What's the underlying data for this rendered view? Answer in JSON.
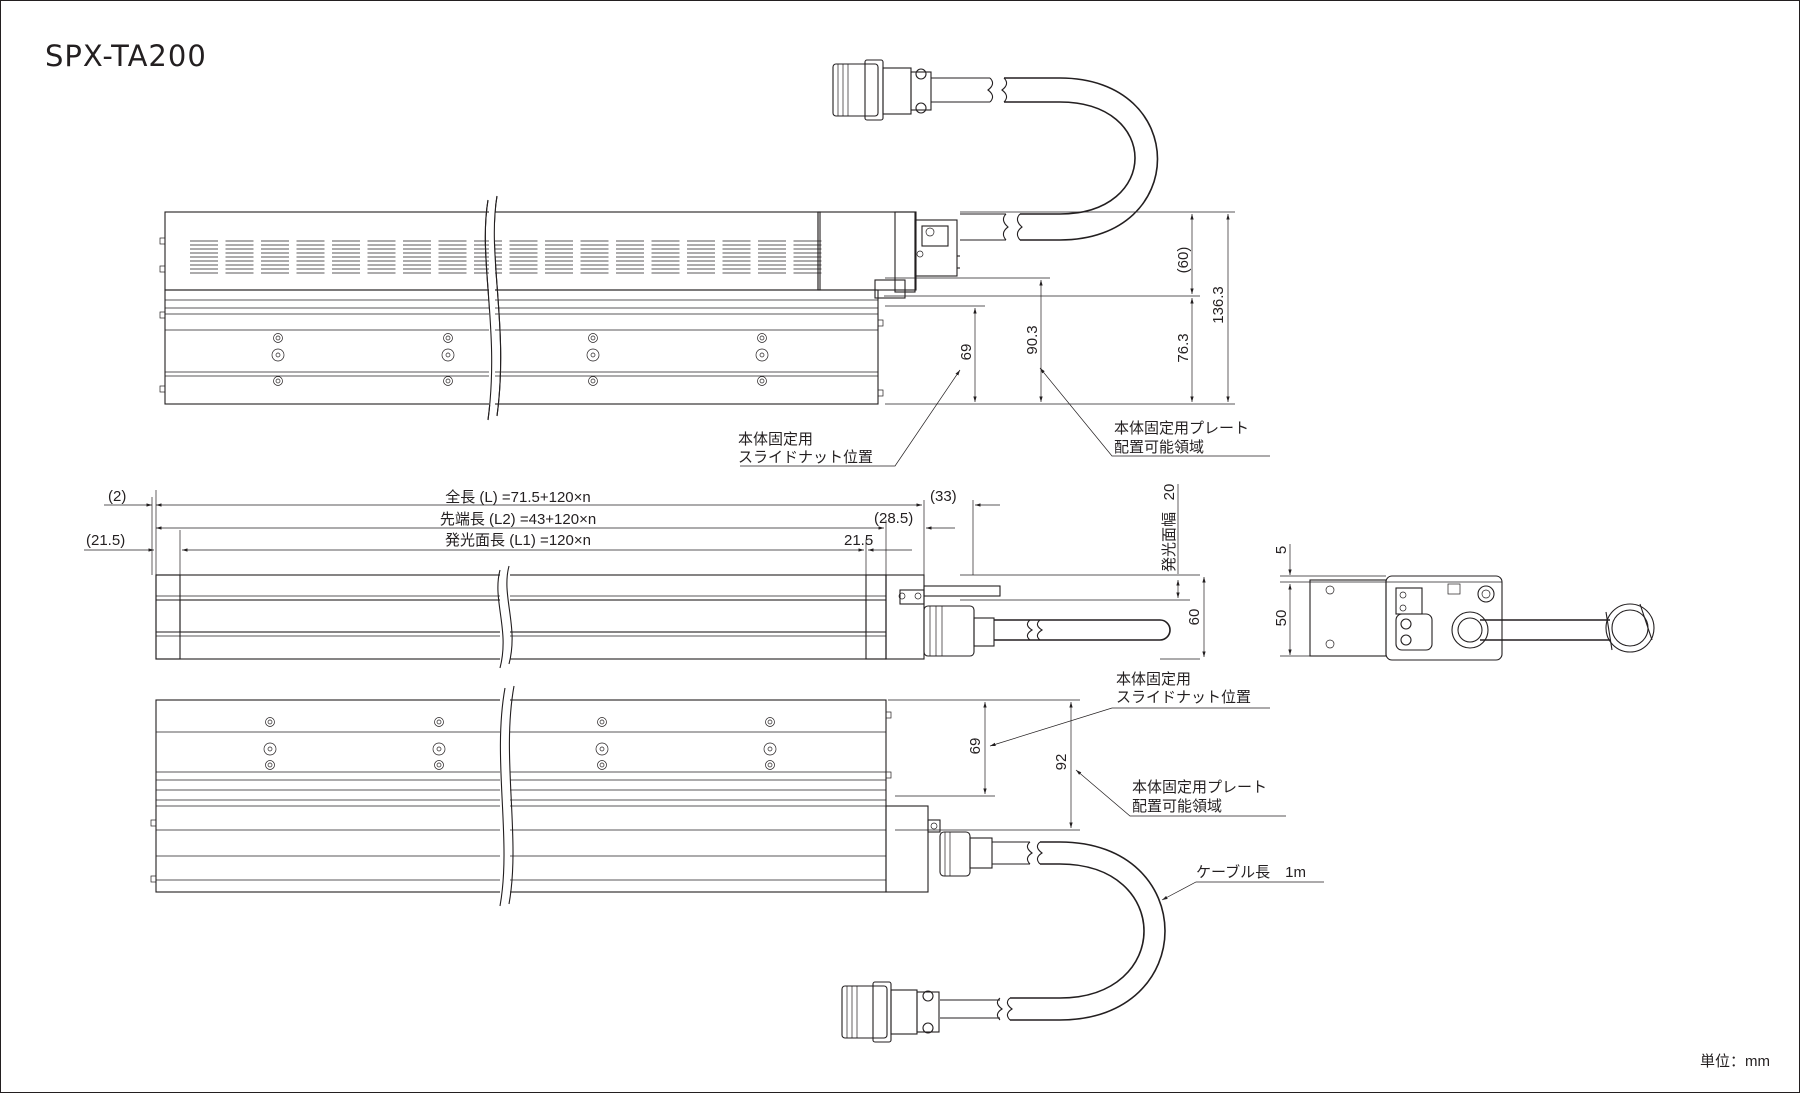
{
  "title": "SPX-TA200",
  "unit": "単位：mm",
  "top_view": {
    "dim_60": "(60)",
    "dim_136_3": "136.3",
    "dim_76_3": "76.3",
    "dim_90_3": "90.3",
    "dim_69": "69",
    "label_slide_nut_1": "本体固定用",
    "label_slide_nut_2": "スライドナット位置",
    "label_plate_1": "本体固定用プレート",
    "label_plate_2": "配置可能領域"
  },
  "front_view": {
    "dim_2": "(2)",
    "dim_total": "全長 (L) =71.5+120×n",
    "dim_33": "(33)",
    "dim_tip": "先端長 (L2) =43+120×n",
    "dim_28_5": "(28.5)",
    "dim_21_5_left": "(21.5)",
    "dim_emit": "発光面長 (L1) =120×n",
    "dim_21_5_right": "21.5",
    "dim_20": "20",
    "label_emit_width": "発光面幅",
    "dim_60": "60"
  },
  "side_view": {
    "dim_5": "5",
    "dim_50": "50"
  },
  "bottom_view": {
    "dim_69": "69",
    "dim_92": "92",
    "label_slide_nut_1": "本体固定用",
    "label_slide_nut_2": "スライドナット位置",
    "label_plate_1": "本体固定用プレート",
    "label_plate_2": "配置可能領域",
    "label_cable": "ケーブル長　1m"
  }
}
